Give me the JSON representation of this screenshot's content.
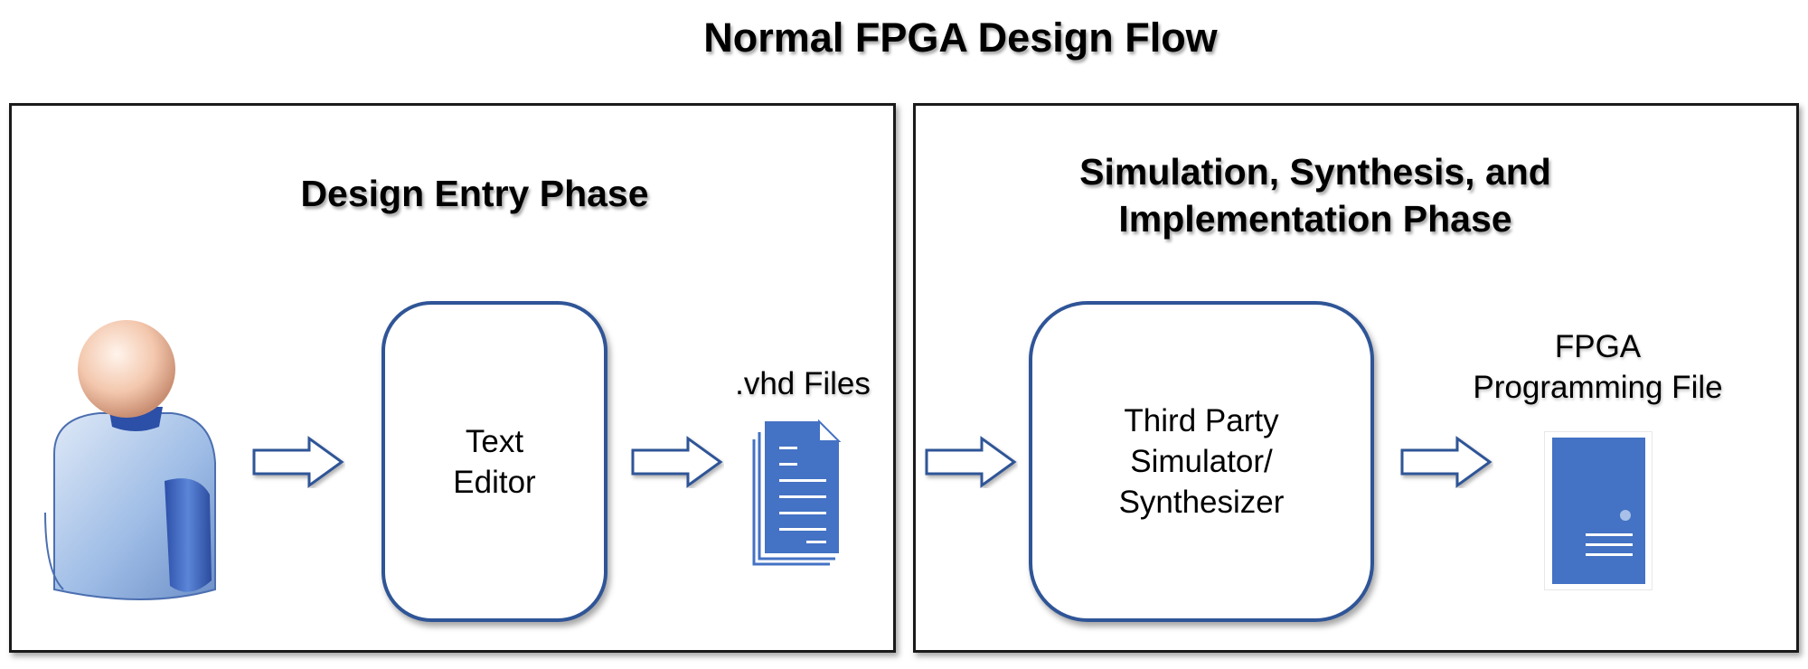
{
  "title": "Normal FPGA Design Flow",
  "panels": {
    "design_entry": {
      "title": "Design Entry Phase",
      "editor_box": [
        "Text",
        "Editor"
      ],
      "output_label": ".vhd Files"
    },
    "implementation": {
      "title": [
        "Simulation, Synthesis, and",
        "Implementation Phase"
      ],
      "tool_box": [
        "Third Party",
        "Simulator/",
        "Synthesizer"
      ],
      "output_label": [
        "FPGA",
        "Programming File"
      ]
    }
  },
  "colors": {
    "accent": "#2f5597",
    "icon_fill": "#4472c4",
    "border": "#1a1a1a"
  },
  "icons": [
    "user-icon",
    "arrow-right-icon",
    "document-stack-icon",
    "server-file-icon"
  ]
}
